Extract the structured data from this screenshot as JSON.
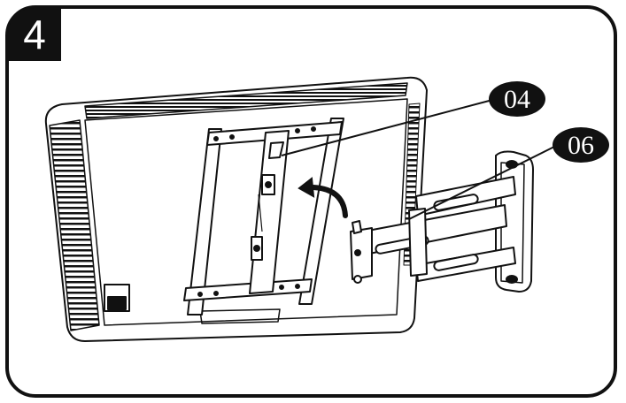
{
  "step": {
    "number": "4"
  },
  "callouts": [
    {
      "id": "04"
    },
    {
      "id": "06"
    }
  ],
  "colors": {
    "ink": "#111111",
    "paper": "#ffffff"
  }
}
